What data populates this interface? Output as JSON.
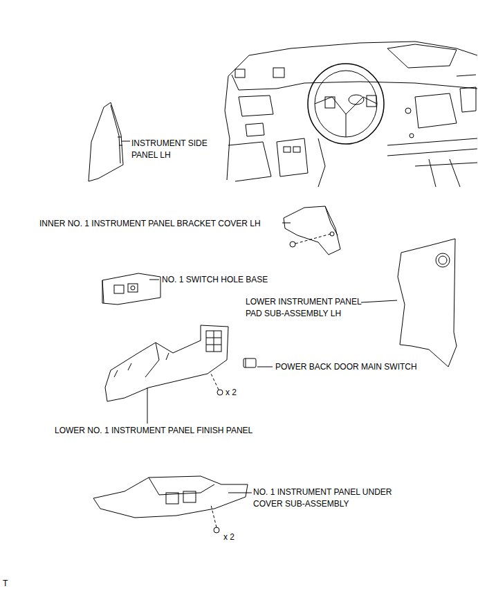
{
  "diagram": {
    "labels": [
      "INSTRUMENT SIDE PANEL LH",
      "INNER NO. 1 INSTRUMENT PANEL BRACKET COVER LH",
      "NO. 1 SWITCH HOLE BASE",
      "LOWER INSTRUMENT PANEL PAD SUB-ASSEMBLY LH",
      "POWER BACK DOOR MAIN SWITCH",
      "x 2",
      "LOWER NO. 1 INSTRUMENT PANEL FINISH PANEL",
      "NO. 1 INSTRUMENT PANEL UNDER COVER SUB-ASSEMBLY",
      "x 2",
      "T"
    ]
  }
}
